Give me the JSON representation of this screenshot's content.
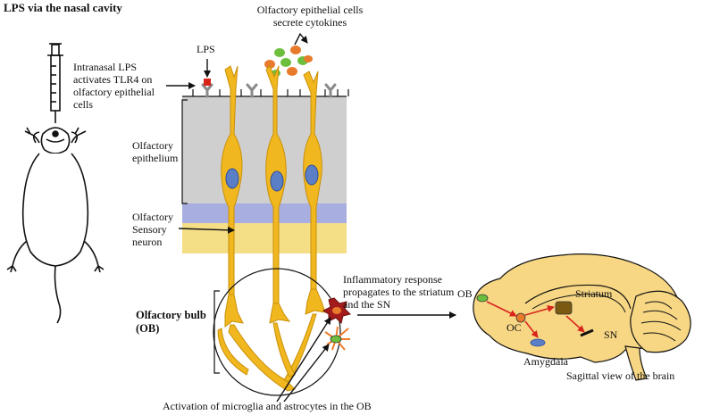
{
  "title": "LPS via the nasal cavity",
  "labels": {
    "cells_secrete_line1": "Olfactory epithelial cells",
    "cells_secrete_line2": "secrete cytokines",
    "lps": "LPS",
    "intranasal_line1": "Intranasal LPS",
    "intranasal_line2": "activates TLR4 on",
    "intranasal_line3": "olfactory epithelial",
    "intranasal_line4": "cells",
    "epithelium_line1": "Olfactory",
    "epithelium_line2": "epithelium",
    "neuron_line1": "Olfactory",
    "neuron_line2": "Sensory",
    "neuron_line3": "neuron",
    "bulb_line1": "Olfactory bulb",
    "bulb_line2": "(OB)",
    "inflam_line1": "Inflammatory response",
    "inflam_line2": "propagates to the striatum",
    "inflam_line3": "and the SN",
    "activation": "Activation of microglia and astrocytes in the OB",
    "brain_ob": "OB",
    "brain_oc": "OC",
    "brain_striatum": "Striatum",
    "brain_sn": "SN",
    "brain_amygdala": "Amygdala",
    "brain_caption": "Sagittal view of the brain"
  },
  "colors": {
    "neuron": "#f0b71e",
    "neuron_stroke": "#c9900a",
    "epithelium": "#cfcfcf",
    "purple_band": "#a9aee0",
    "yellow_band": "#f4de86",
    "brain_fill": "#f7d784",
    "cytokine_orange": "#e87a2c",
    "cytokine_green": "#6cbf3c",
    "nucleus": "#5b7fc7",
    "microglia": "#a41b1b",
    "astrocyte": "#f07c2a",
    "arrow_red": "#d9241c"
  }
}
